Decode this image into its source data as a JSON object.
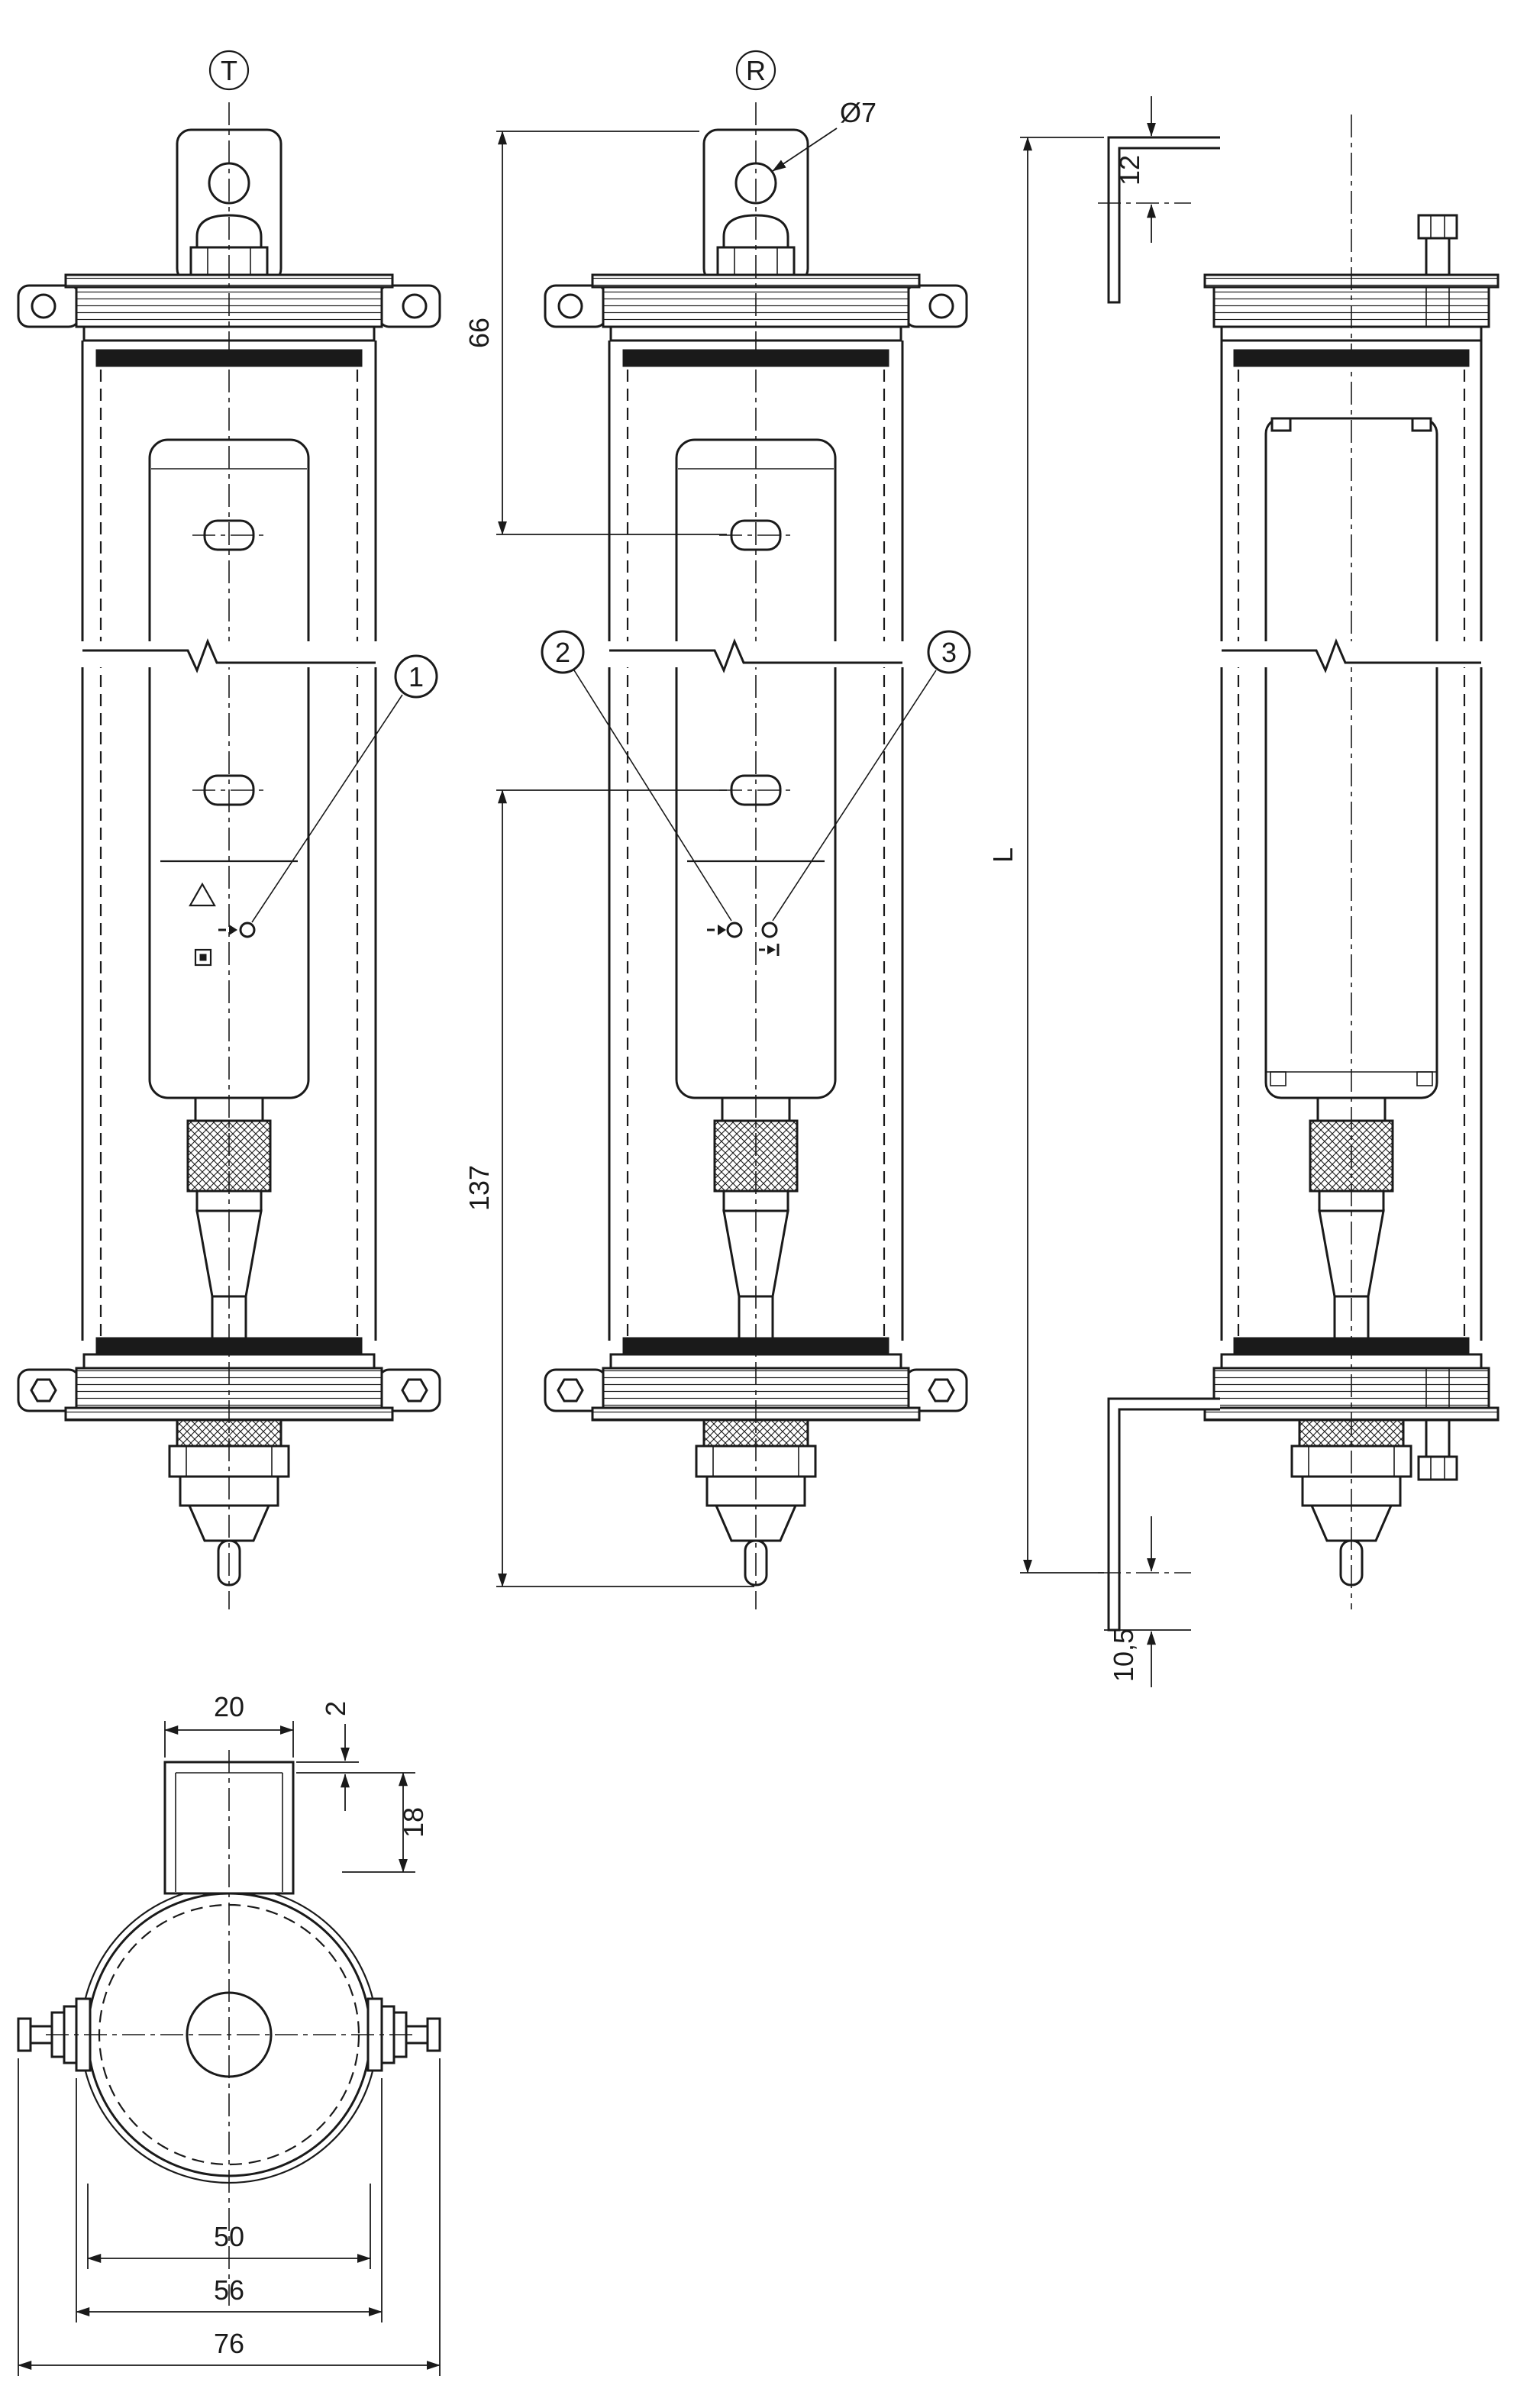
{
  "drawing": {
    "background": "#ffffff",
    "line_color": "#1a1a1a"
  },
  "views": {
    "transmitter": {
      "label": "T"
    },
    "receiver": {
      "label": "R"
    }
  },
  "callouts": {
    "led_1": "1",
    "led_2": "2",
    "led_3": "3"
  },
  "dimensions": {
    "top_hole_diameter": "Ø7",
    "top_edge_to_upper_window": "66",
    "lower_window_to_cable_end": "137",
    "bracket_top_offset": "12",
    "overall_length": "L",
    "bracket_bottom_offset": "10,5",
    "tab_width": "20",
    "tab_wall_thickness": "2",
    "tab_depth": "18",
    "tube_diameter": "50",
    "clamp_width": "56",
    "overall_width": "76"
  }
}
